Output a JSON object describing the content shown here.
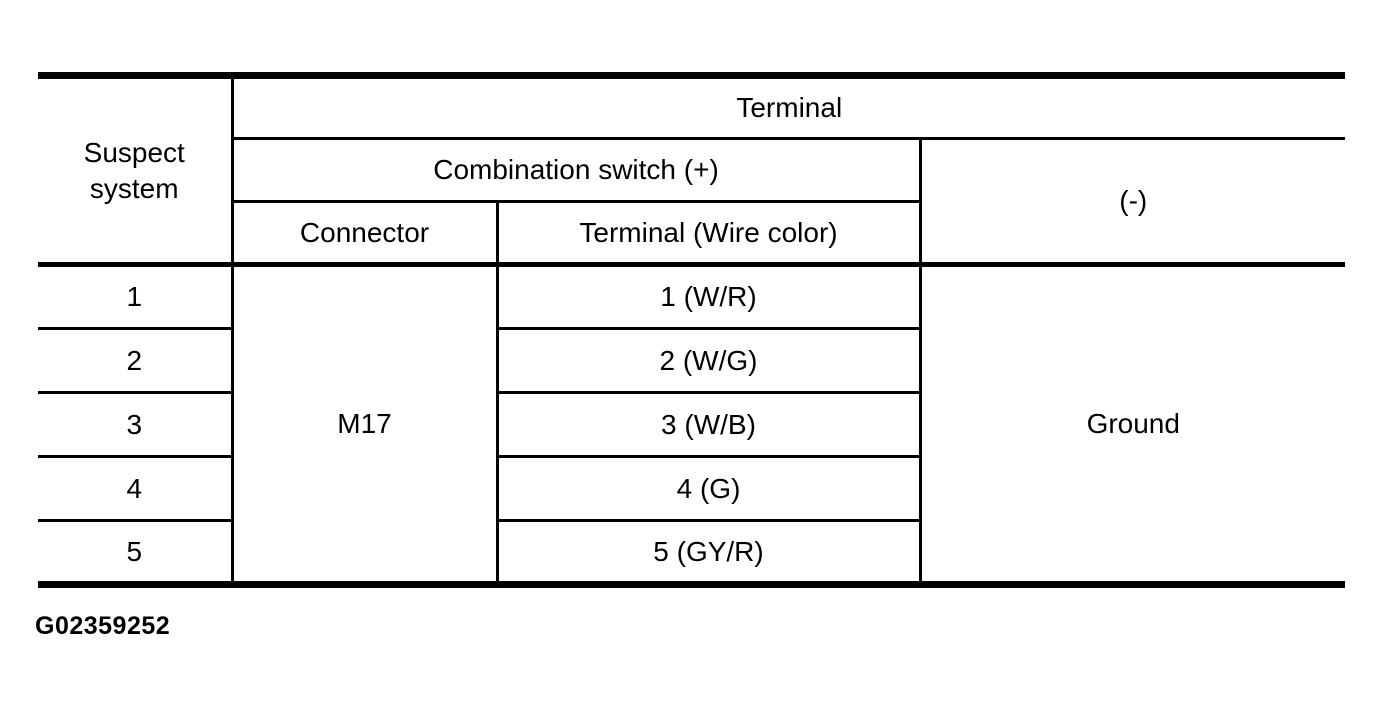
{
  "document": {
    "caption": "G02359252"
  },
  "colors": {
    "text": "#000000",
    "background": "#ffffff",
    "border": "#000000"
  },
  "table": {
    "header": {
      "suspect_system": "Suspect system",
      "terminal": "Terminal",
      "combination_switch": "Combination switch (+)",
      "minus": "(-)",
      "connector": "Connector",
      "terminal_wire_color": "Terminal (Wire color)"
    },
    "connector_value": "M17",
    "ground_value": "Ground",
    "rows": [
      {
        "suspect_system": "1",
        "terminal_wire": "1 (W/R)"
      },
      {
        "suspect_system": "2",
        "terminal_wire": "2 (W/G)"
      },
      {
        "suspect_system": "3",
        "terminal_wire": "3 (W/B)"
      },
      {
        "suspect_system": "4",
        "terminal_wire": "4 (G)"
      },
      {
        "suspect_system": "5",
        "terminal_wire": "5 (GY/R)"
      }
    ]
  }
}
